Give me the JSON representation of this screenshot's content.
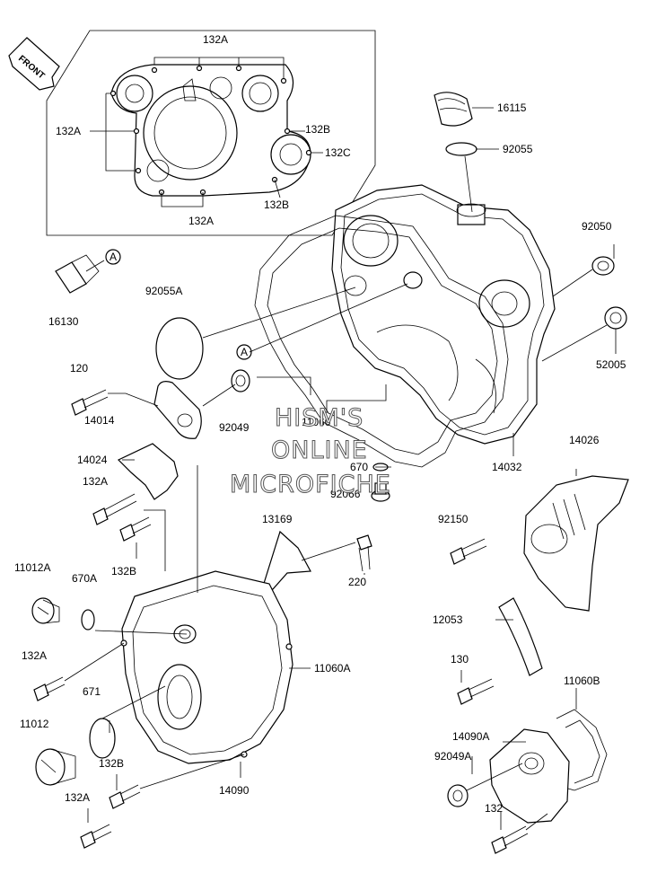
{
  "front_label": "FRONT",
  "callouts": {
    "a1": "A",
    "a2": "A"
  },
  "watermark": {
    "line1": "HISM'S",
    "line2": "ONLINE",
    "line3": "MICROFICHE"
  },
  "labels": {
    "p132a_top": "132A",
    "p132a_left": "132A",
    "p132b_upper": "132B",
    "p132c": "132C",
    "p132b_lower": "132B",
    "p132a_bottom": "132A",
    "p16115": "16115",
    "p92055": "92055",
    "p92050": "92050",
    "p16130": "16130",
    "p92055a": "92055A",
    "p52005": "52005",
    "p120": "120",
    "p14014": "14014",
    "p92049": "92049",
    "p11060": "11060",
    "p14032": "14032",
    "p14026": "14026",
    "p14024": "14024",
    "p670": "670",
    "p92066": "92066",
    "p132a_mid": "132A",
    "p13169": "13169",
    "p92150": "92150",
    "p132b_mid": "132B",
    "p11012a": "11012A",
    "p670a": "670A",
    "p220": "220",
    "p12053": "12053",
    "p132a_low": "132A",
    "p11060a": "11060A",
    "p130": "130",
    "p671": "671",
    "p11060b": "11060B",
    "p11012": "11012",
    "p14090a": "14090A",
    "p132b_bottom": "132B",
    "p92049a": "92049A",
    "p132a_bot": "132A",
    "p14090": "14090",
    "p132": "132"
  }
}
